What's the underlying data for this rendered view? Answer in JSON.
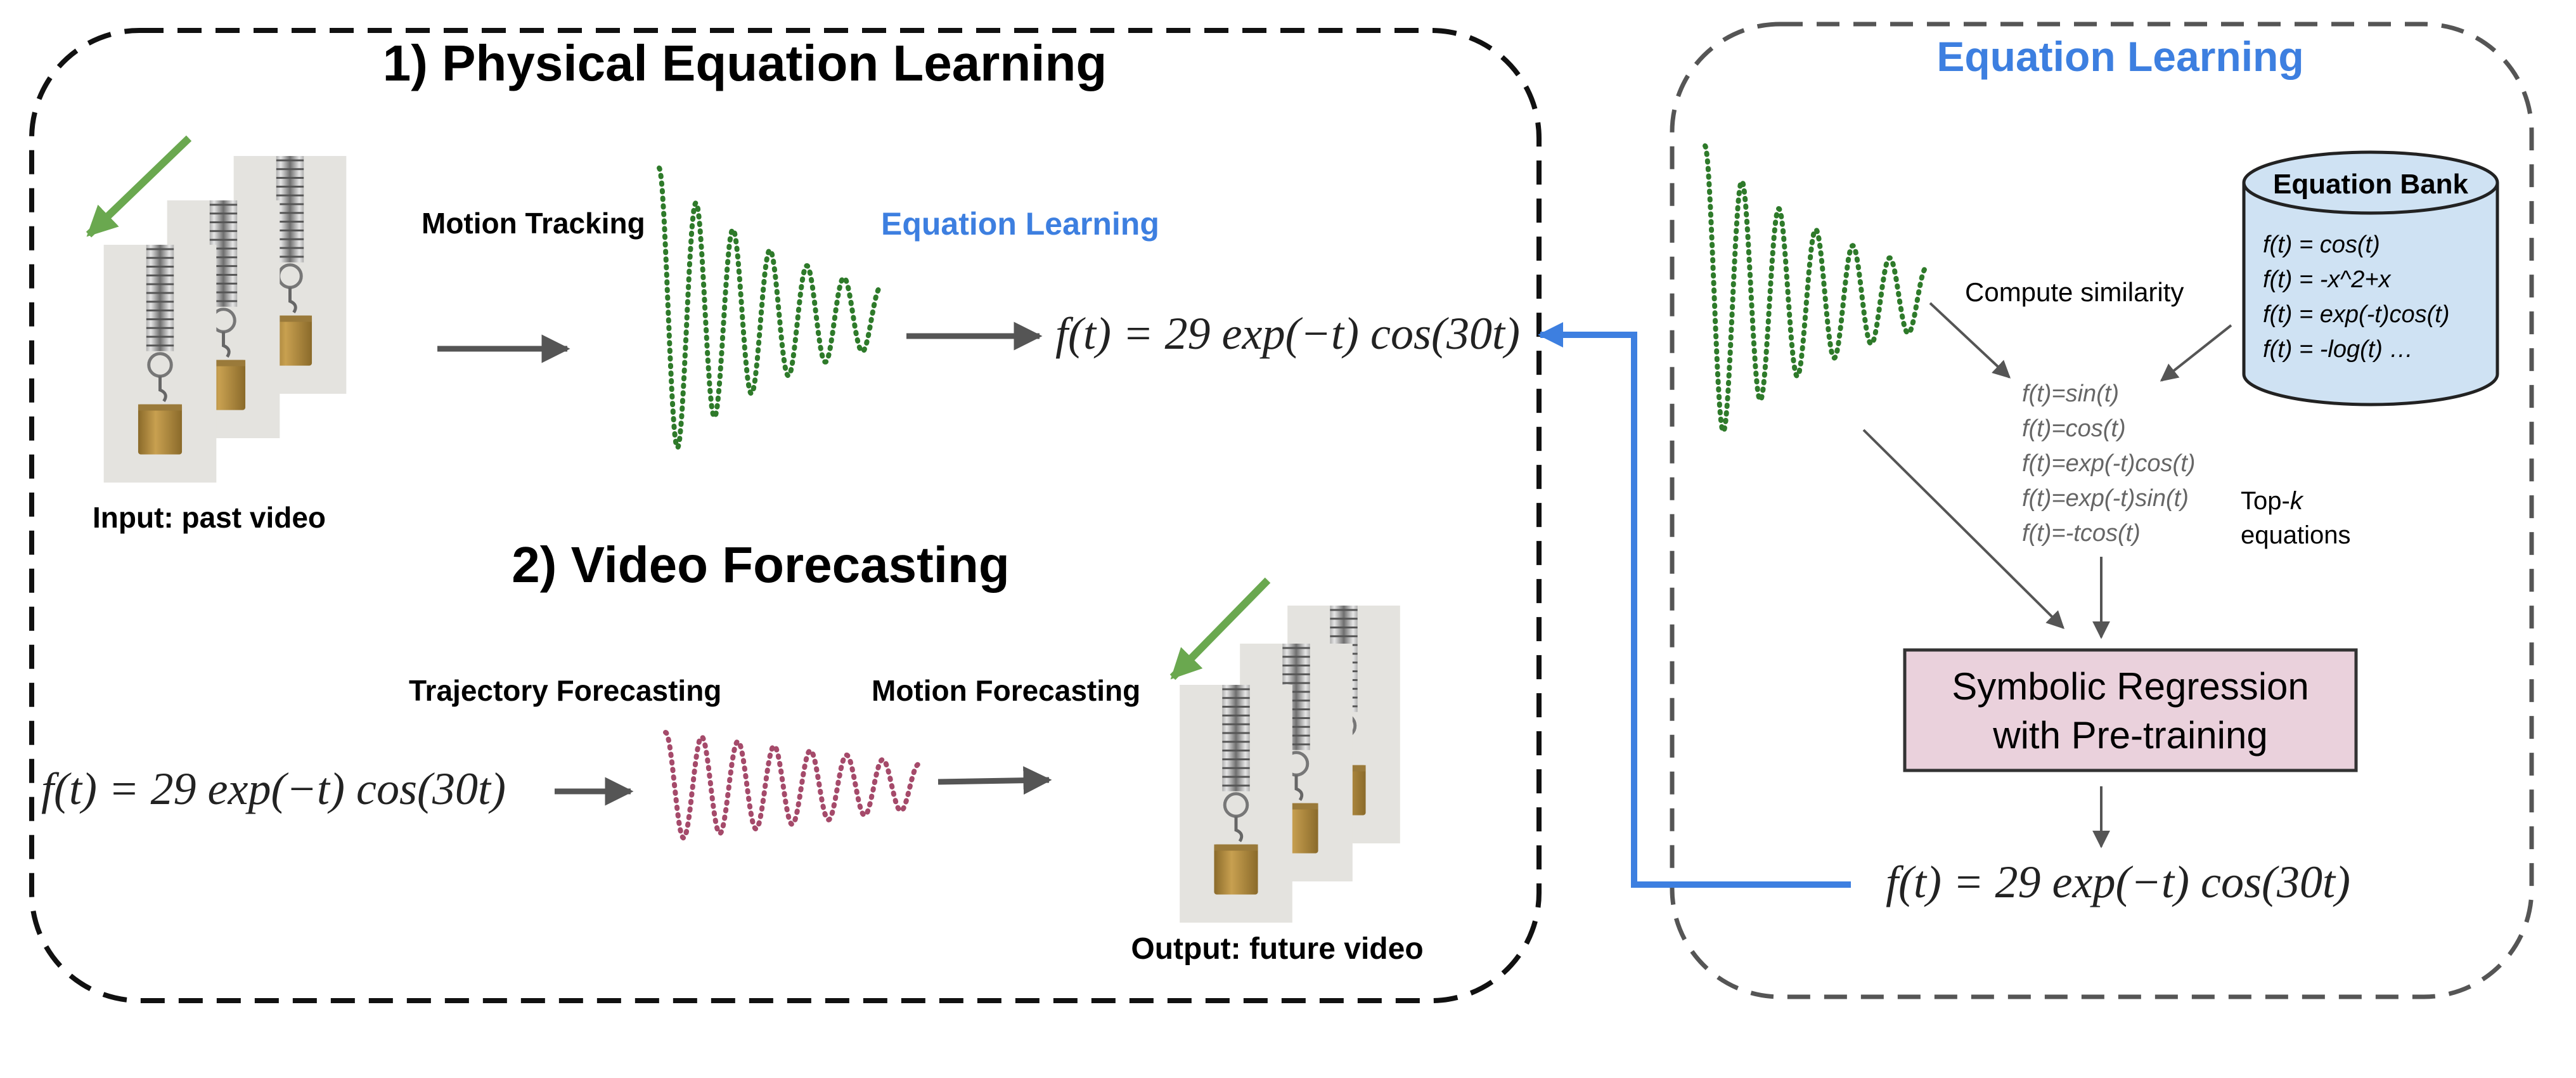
{
  "left_panel": {
    "title": "1) Physical Equation Learning",
    "input_caption": "Input: past video",
    "motion_tracking_label": "Motion Tracking",
    "equation_learning_label": "Equation Learning",
    "learned_equation": "f(t) = 29 exp(−t) cos(30t)",
    "forecast_title": "2) Video Forecasting",
    "forecast_equation": "f(t) = 29 exp(−t) cos(30t)",
    "trajectory_forecasting_label": "Trajectory Forecasting",
    "motion_forecasting_label": "Motion Forecasting",
    "output_caption": "Output: future video"
  },
  "right_panel": {
    "title": "Equation Learning",
    "compute_similarity_label": "Compute similarity",
    "bank_title": "Equation Bank",
    "bank_items": [
      "f(t) = cos(t)",
      "f(t) = -x^2+x",
      "f(t) = exp(-t)cos(t)",
      "f(t) = -log(t) …"
    ],
    "candidates": [
      "f(t)=sin(t)",
      "f(t)=cos(t)",
      "f(t)=exp(-t)cos(t)",
      "f(t)=exp(-t)sin(t)",
      "f(t)=-tcos(t)"
    ],
    "topk_label": "Top-",
    "topk_k": "k",
    "topk_label_line2": "equations",
    "sr_line1": "Symbolic Regression",
    "sr_line2": "with Pre-training",
    "output_equation": "f(t) = 29 exp(−t) cos(30t)"
  },
  "colors": {
    "accent_blue": "#3d7fe0",
    "arrow_gray": "#555555",
    "dash_black": "#111111",
    "dash_gray": "#555555",
    "wave_green": "#2e7a2a",
    "wave_pink": "#a54a6a",
    "bank_fill": "#cfe2f3",
    "sr_fill": "#ead1dc",
    "spring_green_arrow": "#6aa84f"
  },
  "icons": [
    "spring-mass-video-frame-icon",
    "green-pointer-arrow-icon",
    "cylinder-database-icon"
  ]
}
